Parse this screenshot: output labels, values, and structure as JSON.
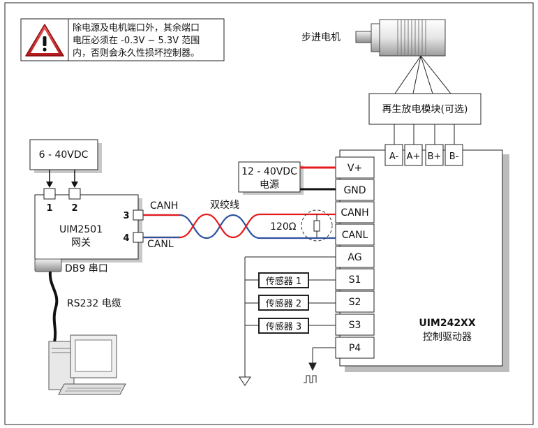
{
  "warning": {
    "line1": "除电源及电机端口外，其余端口",
    "line2": "电压必须在 -0.3V ~ 5.3V 范围",
    "line3": "内，否则会永久性损坏控制器。"
  },
  "motor": {
    "label": "步进电机"
  },
  "regen": {
    "label": "再生放电模块(可选)",
    "pins": [
      "A-",
      "A+",
      "B+",
      "B-"
    ]
  },
  "power_supply_left": {
    "label": "6 - 40VDC"
  },
  "power_supply_right": {
    "line1": "12 - 40VDC",
    "line2": "电源"
  },
  "gateway": {
    "pin1": "1",
    "pin2": "2",
    "pin3": "3",
    "pin4": "4",
    "name": "UIM2501",
    "desc": "网关",
    "canh": "CANH",
    "canl": "CANL",
    "db9": "DB9 串口"
  },
  "cable": {
    "twisted_pair": "双绞线",
    "resistor": "120Ω",
    "rs232": "RS232 电缆"
  },
  "controller": {
    "ports": [
      "V+",
      "GND",
      "CANH",
      "CANL",
      "AG",
      "S1",
      "S2",
      "S3",
      "P4"
    ],
    "name": "UIM242XX",
    "desc": "控制驱动器"
  },
  "sensors": [
    "传感器 1",
    "传感器 2",
    "传感器 3"
  ],
  "colors": {
    "red_wire": "#e41a1c",
    "blue_wire": "#2c52a0",
    "warning_red": "#d7232a"
  }
}
